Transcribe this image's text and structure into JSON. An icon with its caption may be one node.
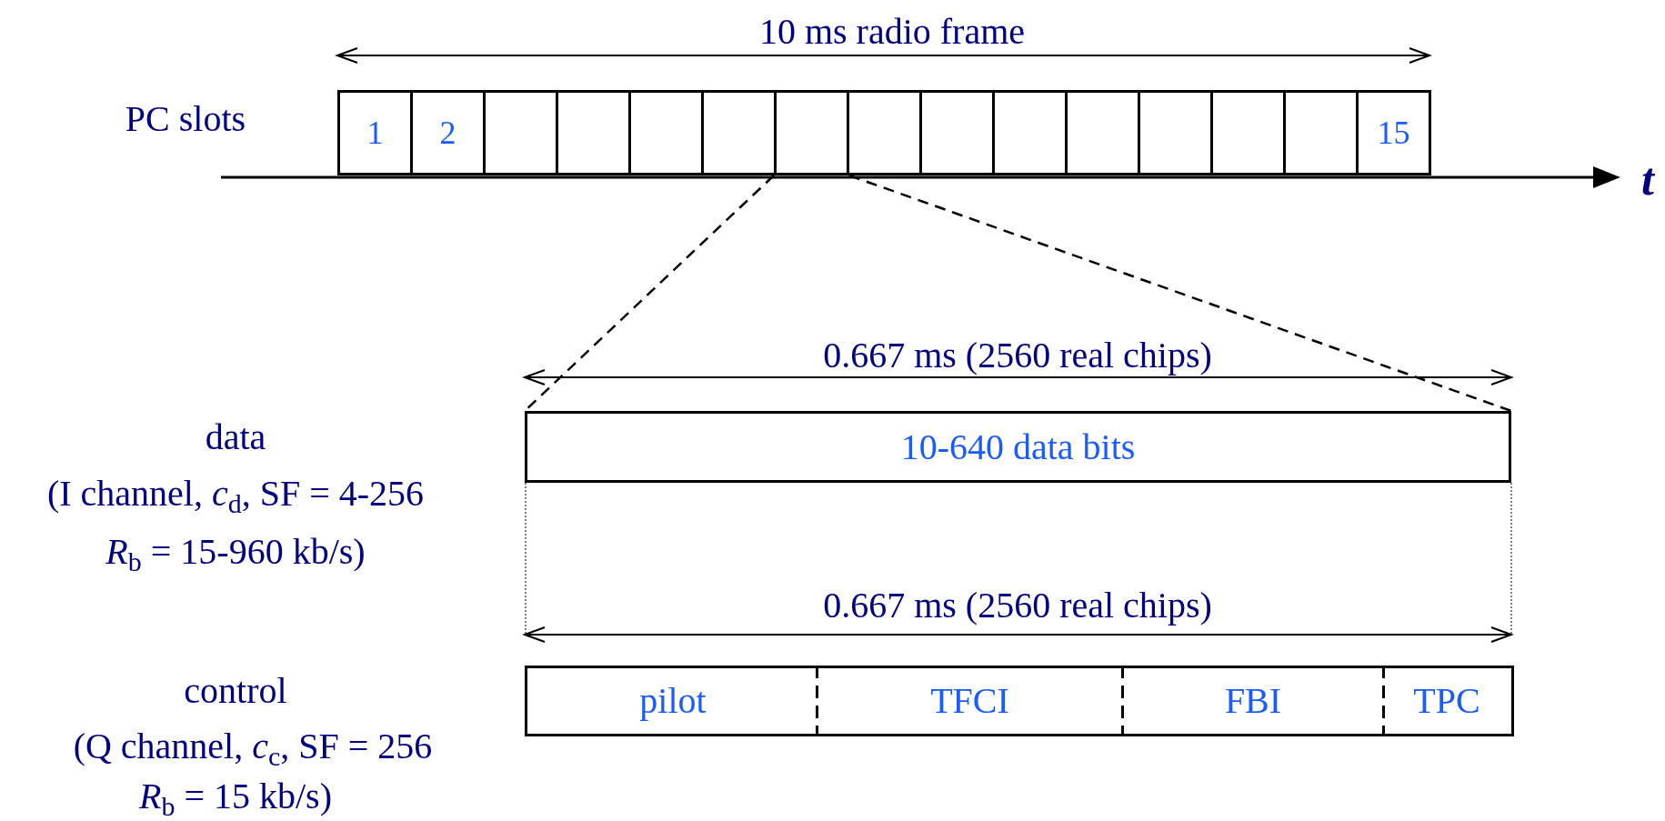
{
  "diagram": {
    "nodes": [
      {
        "text": [
          "1"
        ]
      },
      {
        "text": [
          "2"
        ]
      },
      {
        "text": [],
        "shape": "box"
      },
      {
        "text": [],
        "shape": "box"
      },
      {
        "text": [],
        "shape": "box"
      },
      {
        "text": [],
        "shape": "box"
      },
      {
        "text": [],
        "shape": "box"
      },
      {
        "text": [],
        "shape": "box"
      },
      {
        "text": [],
        "shape": "box"
      },
      {
        "text": [],
        "shape": "box"
      },
      {
        "text": [],
        "shape": "box"
      },
      {
        "text": [],
        "shape": "box"
      },
      {
        "text": [],
        "shape": "box"
      },
      {
        "text": [],
        "shape": "box"
      },
      {
        "text": [
          "15"
        ]
      },
      {
        "text": [
          "10-640 data bits"
        ]
      },
      {
        "text": [
          "pilot"
        ]
      },
      {
        "text": [
          "TFCI"
        ]
      },
      {
        "text": [
          "FBI"
        ]
      },
      {
        "text": [
          "TPC"
        ]
      }
    ],
    "edges": [
      {
        "from": 6,
        "to": 15,
        "arrow": "none",
        "style": "dashed"
      },
      {
        "from": 6,
        "to": 15,
        "arrow": "none",
        "style": "dashed"
      }
    ],
    "labels": [
      "10 ms radio frame",
      "PC slots",
      "t",
      "0.667 ms (2560 real chips)",
      "data",
      "(I channel, *c*$_{d}$, SF = 4-256",
      "*R*$_{b}$ = 15-960 kb/s)",
      "0.667 ms (2560 real chips)",
      "control",
      "(Q channel, *c*$_{c}$, SF = 256",
      "*R*$_{b}$ = 15 kb/s)"
    ]
  }
}
